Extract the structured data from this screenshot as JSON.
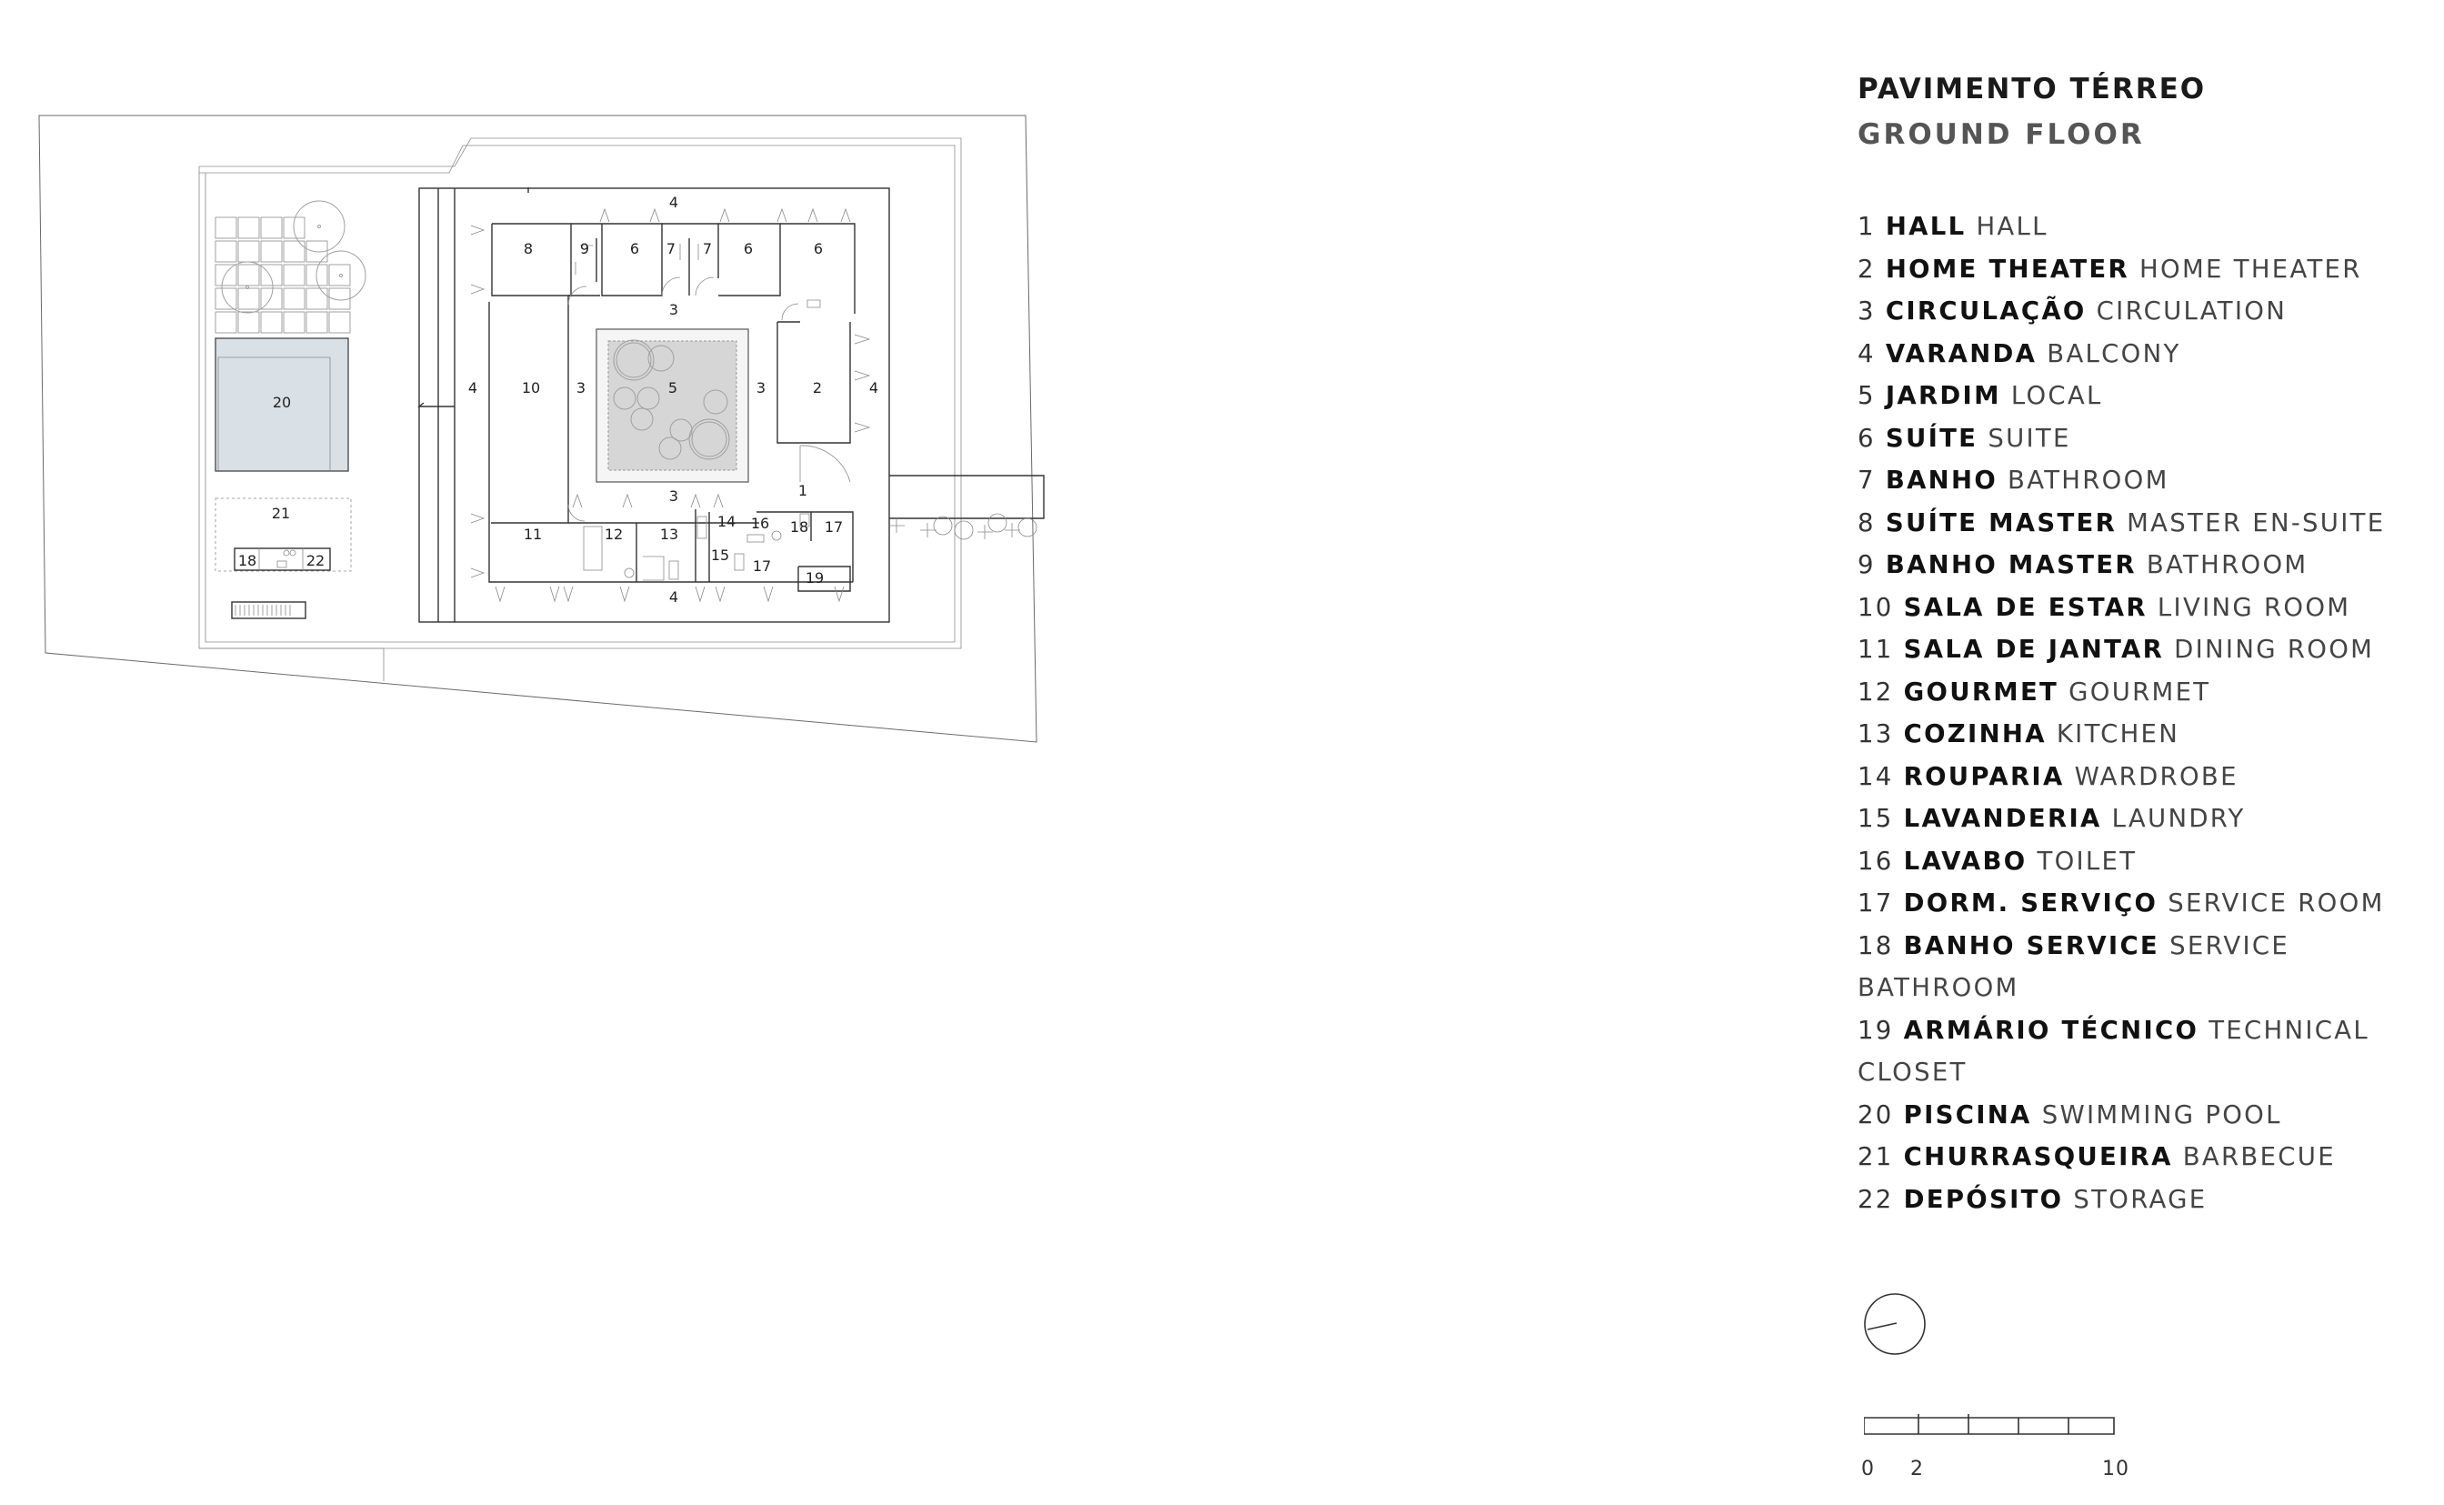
{
  "header": {
    "title": "PAVIMENTO TÉRREO",
    "subtitle": "GROUND FLOOR"
  },
  "legend": [
    {
      "num": "1",
      "pt": "HALL",
      "en": "HALL"
    },
    {
      "num": "2",
      "pt": "HOME THEATER",
      "en": "HOME THEATER"
    },
    {
      "num": "3",
      "pt": "CIRCULAÇÃO",
      "en": "CIRCULATION"
    },
    {
      "num": "4",
      "pt": "VARANDA",
      "en": "BALCONY"
    },
    {
      "num": "5",
      "pt": "JARDIM",
      "en": "LOCAL"
    },
    {
      "num": "6",
      "pt": "SUÍTE",
      "en": "SUITE"
    },
    {
      "num": "7",
      "pt": "BANHO",
      "en": "BATHROOM"
    },
    {
      "num": "8",
      "pt": "SUÍTE MASTER",
      "en": "MASTER EN-SUITE"
    },
    {
      "num": "9",
      "pt": "BANHO MASTER",
      "en": "BATHROOM"
    },
    {
      "num": "10",
      "pt": "SALA DE ESTAR",
      "en": "LIVING ROOM"
    },
    {
      "num": "11",
      "pt": "SALA DE JANTAR",
      "en": "DINING ROOM"
    },
    {
      "num": "12",
      "pt": "GOURMET",
      "en": "GOURMET"
    },
    {
      "num": "13",
      "pt": "COZINHA",
      "en": "KITCHEN"
    },
    {
      "num": "14",
      "pt": "ROUPARIA",
      "en": "WARDROBE"
    },
    {
      "num": "15",
      "pt": "LAVANDERIA",
      "en": "LAUNDRY"
    },
    {
      "num": "16",
      "pt": "LAVABO",
      "en": "TOILET"
    },
    {
      "num": "17",
      "pt": "DORM. SERVIÇO",
      "en": "SERVICE ROOM"
    },
    {
      "num": "18",
      "pt": "BANHO SERVICE",
      "en": "SERVICE",
      "en2": "BATHROOM"
    },
    {
      "num": "19",
      "pt": "ARMÁRIO TÉCNICO",
      "en": "TECHNICAL",
      "en2": "CLOSET"
    },
    {
      "num": "20",
      "pt": "PISCINA",
      "en": "SWIMMING POOL"
    },
    {
      "num": "21",
      "pt": "CHURRASQUEIRA",
      "en": "BARBECUE"
    },
    {
      "num": "22",
      "pt": "DEPÓSITO",
      "en": "STORAGE"
    }
  ],
  "plan_labels": {
    "varanda_top": "4",
    "varanda_left": "4",
    "varanda_right": "4",
    "varanda_bottom": "4",
    "suite_master": "8",
    "banho_master": "9",
    "suite_a": "6",
    "banho_a": "7",
    "banho_b": "7",
    "suite_b": "6",
    "suite_c": "6",
    "circ_top": "3",
    "circ_left": "3",
    "circ_right": "3",
    "circ_bottom": "3",
    "living": "10",
    "garden": "5",
    "theater": "2",
    "hall": "1",
    "dining": "11",
    "gourmet": "12",
    "kitchen": "13",
    "wardrobe": "14",
    "laundry": "15",
    "toilet": "16",
    "service_room_a": "17",
    "service_room_b": "17",
    "service_bath": "18",
    "tech_closet": "19",
    "pool": "20",
    "barbecue": "21",
    "pool_bath": "18",
    "storage": "22"
  },
  "scale": {
    "labels": [
      "0",
      "2",
      "10"
    ]
  },
  "colors": {
    "pool": "#d9e0e6",
    "garden": "#d6d6d6",
    "line": "#6a6a6a",
    "text": "#1e1e1e"
  }
}
